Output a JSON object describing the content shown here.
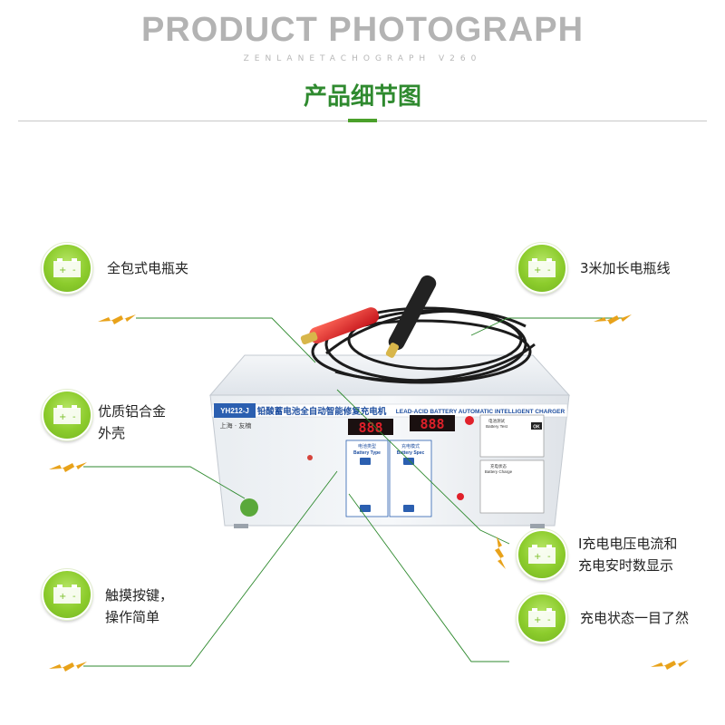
{
  "header": {
    "title": "PRODUCT PHOTOGRAPH",
    "subtitle": "ZENLANETACHOGRAPH V260",
    "section_title": "产品细节图"
  },
  "features": [
    {
      "lines": [
        "全包式电瓶夹"
      ],
      "icon": "battery-icon"
    },
    {
      "lines": [
        "3米加长电瓶线"
      ],
      "icon": "battery-icon"
    },
    {
      "lines": [
        "优质铝合金",
        "外壳"
      ],
      "icon": "battery-icon"
    },
    {
      "lines": [
        "I充电电压电流和",
        "充电安时数显示"
      ],
      "icon": "battery-icon"
    },
    {
      "lines": [
        "触摸按键，",
        "操作简单"
      ],
      "icon": "battery-icon"
    },
    {
      "lines": [
        "充电状态一目了然"
      ],
      "icon": "battery-icon"
    }
  ],
  "device": {
    "model_badge": "YH212-J",
    "title_cn": "铅酸蓄电池全自动智能修复充电机",
    "title_en": "LEAD-ACID BATTERY AUTOMATIC INTELLIGENT CHARGER",
    "maker": "上海 · 友楠",
    "display_left": "888",
    "display_right": "888",
    "battery_type_cn": "电池类型",
    "battery_type_en": "Battery Type",
    "battery_spec_cn": "充电模式",
    "battery_spec_en": "Battery Spec",
    "battery_test_cn": "电池测试",
    "battery_test_en": "Battery Test",
    "battery_charge_cn": "充电状态",
    "battery_charge_en": "Battery Charge",
    "ok_label": "OK"
  },
  "colors": {
    "accent_green": "#4aa02a",
    "title_green": "#2f8a2f",
    "icon_green": "#8ccc2c",
    "panel_blue": "#2b5fb0",
    "display_red": "#e0202a",
    "spark_orange": "#e8a21a"
  }
}
